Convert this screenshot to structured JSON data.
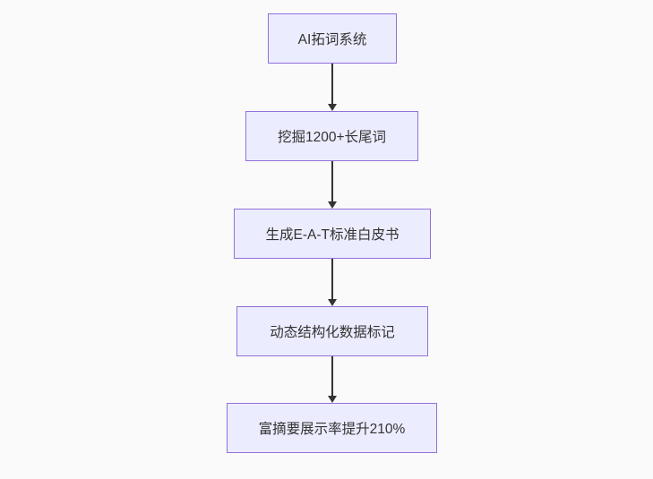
{
  "diagram": {
    "type": "flowchart",
    "direction": "top-down",
    "nodes": [
      {
        "id": "A",
        "label": "AI拓词系统"
      },
      {
        "id": "B",
        "label": "挖掘1200+长尾词"
      },
      {
        "id": "C",
        "label": "生成E-A-T标准白皮书"
      },
      {
        "id": "D",
        "label": "动态结构化数据标记"
      },
      {
        "id": "E",
        "label": "富摘要展示率提升210%"
      }
    ],
    "edges": [
      {
        "from": "A",
        "to": "B"
      },
      {
        "from": "B",
        "to": "C"
      },
      {
        "from": "C",
        "to": "D"
      },
      {
        "from": "D",
        "to": "E"
      }
    ],
    "colors": {
      "node_fill": "#ECECFF",
      "node_border": "#9370DB",
      "text": "#333333",
      "arrow": "#333333",
      "background": "#fafafa"
    }
  }
}
